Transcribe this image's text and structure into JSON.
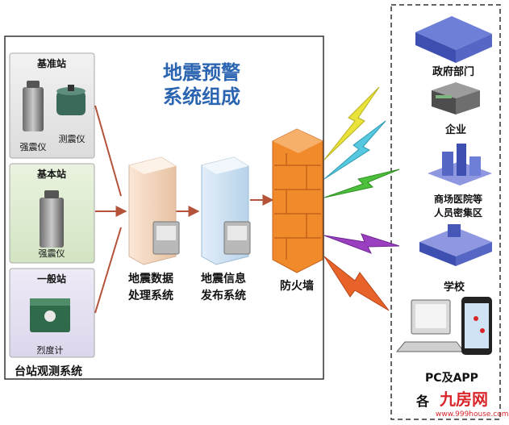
{
  "title": {
    "line1": "地震预警",
    "line2": "系统组成",
    "color": "#2b64b0"
  },
  "stations": {
    "group_label": "台站观测系统",
    "reference": {
      "name": "基准站",
      "devices": [
        "强震仪",
        "测震仪"
      ]
    },
    "basic": {
      "name": "基本站",
      "devices": [
        "强震仪"
      ]
    },
    "general": {
      "name": "一般站",
      "devices": [
        "烈度计"
      ]
    }
  },
  "systems": {
    "processing": {
      "line1": "地震数据",
      "line2": "处理系统"
    },
    "publishing": {
      "line1": "地震信息",
      "line2": "发布系统"
    },
    "firewall": "防火墙"
  },
  "receivers": [
    {
      "label": "政府部门",
      "icon": "government-building-icon"
    },
    {
      "label": "企业",
      "icon": "enterprise-building-icon"
    },
    {
      "label": "商场医院等",
      "label2": "人员密集区",
      "icon": "city-block-icon"
    },
    {
      "label": "学校",
      "icon": "school-building-icon"
    },
    {
      "label": "PC及APP",
      "icon": "pc-and-phone-icon"
    }
  ],
  "footer_partial": "各",
  "watermark": {
    "text": "九房网",
    "url": "www.999house.com"
  },
  "colors": {
    "panel_border": "#333333",
    "arrow": "#b5523a",
    "lightning": [
      "#e8e23a",
      "#56c8e0",
      "#4cc03c",
      "#9a3fc0",
      "#e8632a"
    ],
    "firewall": "#f08a2a",
    "watermark": "#d8262a"
  }
}
